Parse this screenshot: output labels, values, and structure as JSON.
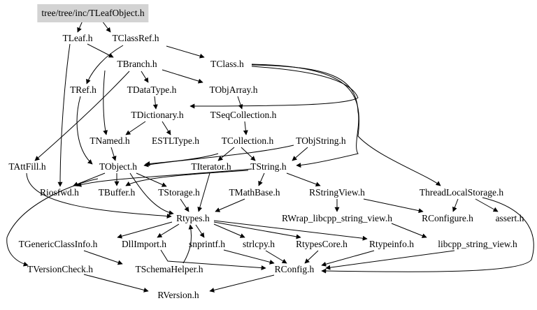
{
  "graph": {
    "root": "tree/tree/inc/TLeafObject.h",
    "colors": {
      "edge": "#000000",
      "root_fill": "#d3d3d3",
      "text": "#000000"
    },
    "nodes": {
      "root": "tree/tree/inc/TLeafObject.h",
      "tleaf": "TLeaf.h",
      "tclassref": "TClassRef.h",
      "tbranch": "TBranch.h",
      "tclass": "TClass.h",
      "tref": "TRef.h",
      "tdatatype": "TDataType.h",
      "tobjarray": "TObjArray.h",
      "tdictionary": "TDictionary.h",
      "tseqcollection": "TSeqCollection.h",
      "tnamed": "TNamed.h",
      "estltype": "ESTLType.h",
      "tcollection": "TCollection.h",
      "tobjstring": "TObjString.h",
      "tattfill": "TAttFill.h",
      "tobject": "TObject.h",
      "titerator": "TIterator.h",
      "tstring": "TString.h",
      "riosfwd": "Riosfwd.h",
      "tbuffer": "TBuffer.h",
      "tstorage": "TStorage.h",
      "tmathbase": "TMathBase.h",
      "rstringview": "RStringView.h",
      "threadlocalstorage": "ThreadLocalStorage.h",
      "rtypes": "Rtypes.h",
      "rwrap": "RWrap_libcpp_string_view.h",
      "rconfigure": "RConfigure.h",
      "assert": "assert.h",
      "tgenericclassinfo": "TGenericClassInfo.h",
      "dllimport": "DllImport.h",
      "snprintf": "snprintf.h",
      "strlcpy": "strlcpy.h",
      "rtypescore": "RtypesCore.h",
      "rtypeinfo": "Rtypeinfo.h",
      "libcpp": "libcpp_string_view.h",
      "tversioncheck": "TVersionCheck.h",
      "tschemahelper": "TSchemaHelper.h",
      "rconfig": "RConfig.h",
      "rversion": "RVersion.h"
    }
  }
}
